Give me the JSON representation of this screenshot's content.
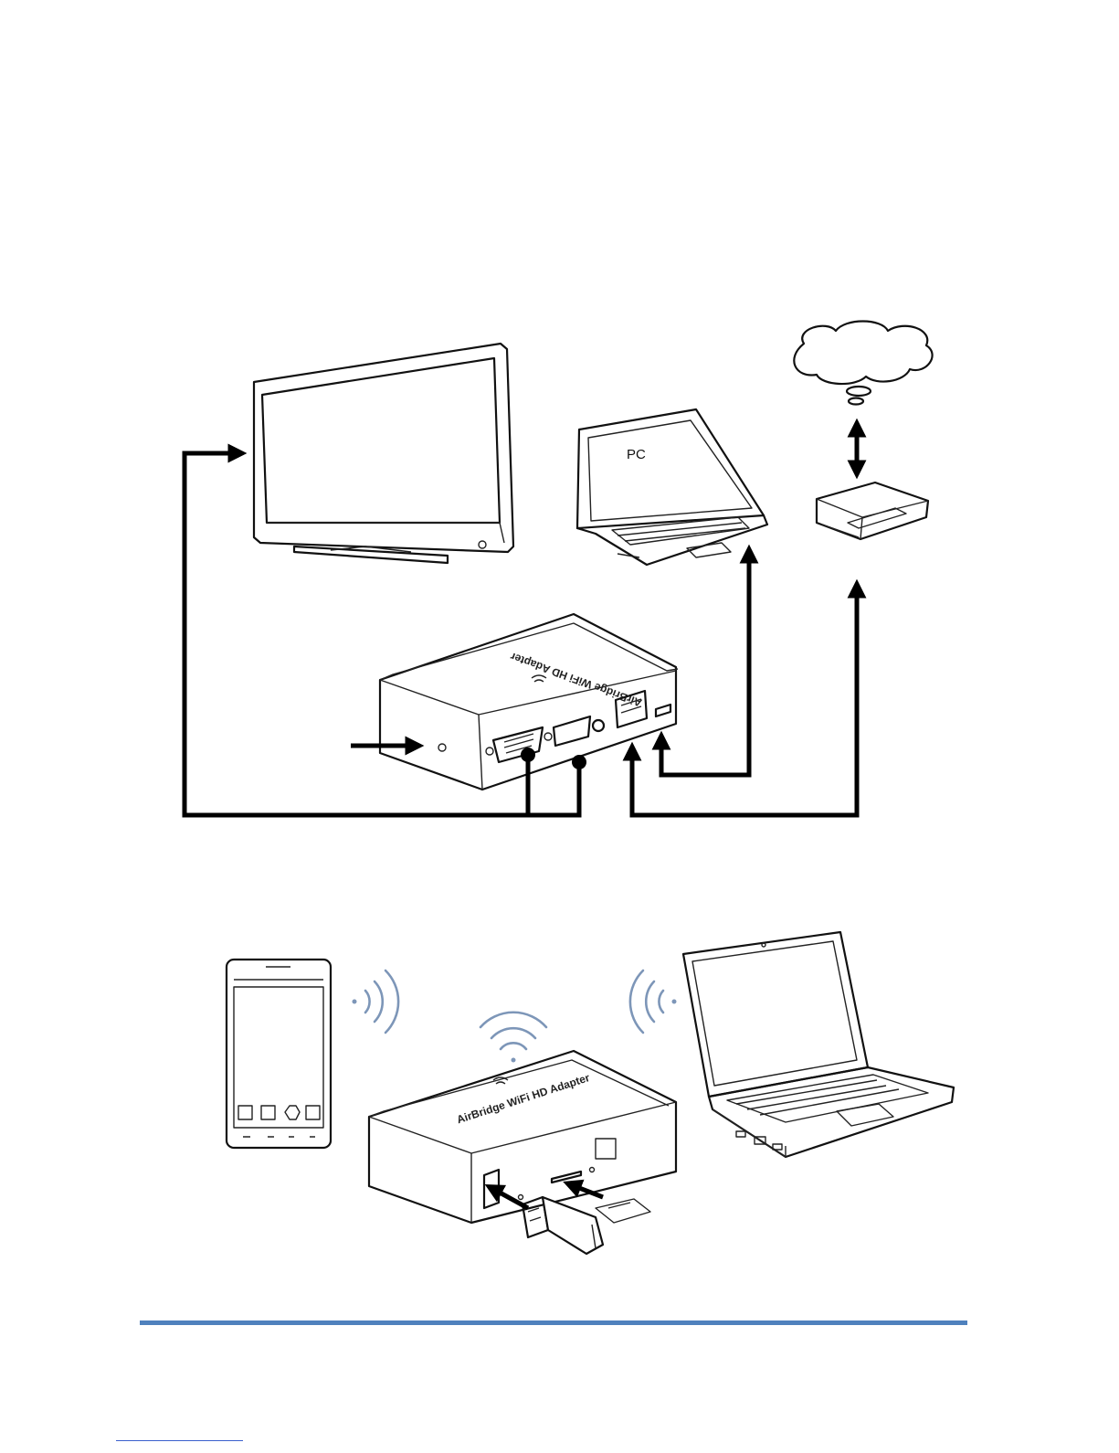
{
  "diagram_top": {
    "laptop_screen_label": "PC",
    "adapter_brand": "AirBridge WiFi HD Adapter"
  },
  "diagram_bottom": {
    "adapter_brand": "AirBridge WiFi HD Adapter"
  },
  "colors": {
    "footer_rule": "#4f81bd",
    "wifi_waves": "#7d96b8",
    "line_art": "#111111"
  }
}
